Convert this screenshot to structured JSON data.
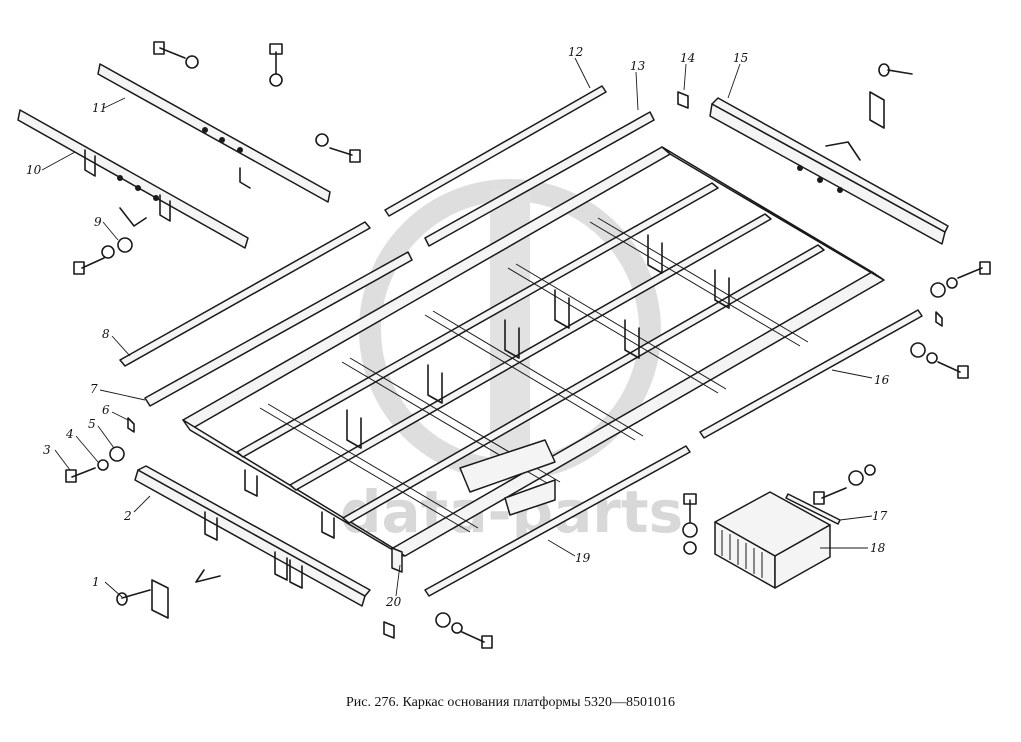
{
  "caption": "Рис. 276. Каркас основания платформы 5320—8501016",
  "watermark": {
    "text": "data-parts",
    "color": "#d8d8d8"
  },
  "callouts": [
    "1",
    "2",
    "3",
    "4",
    "5",
    "6",
    "7",
    "8",
    "9",
    "10",
    "11",
    "12",
    "13",
    "14",
    "15",
    "16",
    "17",
    "18",
    "19",
    "20"
  ]
}
